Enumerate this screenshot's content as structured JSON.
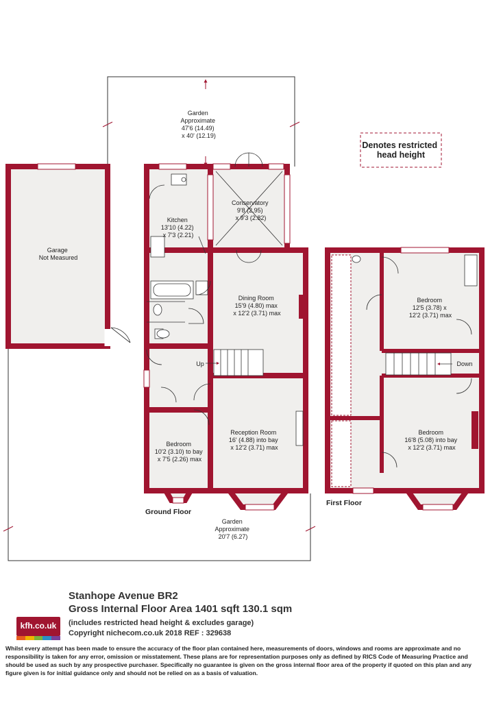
{
  "rooms": {
    "garden_rear": [
      "Garden",
      "Approximate",
      "47'6 (14.49)",
      "x 40' (12.19)"
    ],
    "restricted": [
      "Denotes restricted",
      "head height"
    ],
    "garage": [
      "Garage",
      "Not Measured"
    ],
    "kitchen": [
      "Kitchen",
      "13'10 (4.22)",
      "x 7'3 (2.21)"
    ],
    "conservatory": [
      "Conservatory",
      "9'8 (2.95)",
      "x 9'3 (2.82)"
    ],
    "dining": [
      "Dining Room",
      "15'9 (4.80) max",
      "x 12'2 (3.71) max"
    ],
    "up": "Up",
    "bedroom_ground": [
      "Bedroom",
      "10'2 (3.10) to bay",
      "x 7'5 (2.26) max"
    ],
    "reception": [
      "Reception Room",
      "16' (4.88) into bay",
      "x 12'2 (3.71) max"
    ],
    "ground_floor": "Ground Floor",
    "garden_front": [
      "Garden",
      "Approximate",
      "20'7 (6.27)"
    ],
    "bedroom_first_rear": [
      "Bedroom",
      "12'5 (3.78) x",
      "12'2 (3.71) max"
    ],
    "down": "Down",
    "bedroom_first_front": [
      "Bedroom",
      "16'8 (5.08) into bay",
      "x 12'2 (3.71) max"
    ],
    "first_floor": "First Floor"
  },
  "info": {
    "title_line1": "Stanhope Avenue  BR2",
    "title_line2": "Gross Internal Floor Area 1401 sqft 130.1 sqm",
    "subtitle": "(includes restricted head height & excludes garage)",
    "copyright": "Copyright nichecom.co.uk 2018 REF : 329638"
  },
  "logo": {
    "text": "kfh.co.uk",
    "bar_colors": [
      "#e85d1f",
      "#f0b400",
      "#7bb33a",
      "#2a8fc7",
      "#7a3f98"
    ],
    "brand_color": "#a01530"
  },
  "disclaimer": "Whilst every attempt has been made to ensure the accuracy of the floor plan contained here, measurements of doors, windows and rooms are approximate and no responsibility is taken for any error, omission or misstatement. These plans are for representation purposes only as defined by RICS Code of Measuring Practice and should be used as such by any prospective purchaser.  Specifically no guarantee is given on the gross internal floor area of the property if quoted on this plan and any figure given is for initial guidance only and should not be relied on as a basis of valuation.",
  "colors": {
    "wall": "#a01530",
    "floor": "#f0efed",
    "line": "#333333"
  }
}
